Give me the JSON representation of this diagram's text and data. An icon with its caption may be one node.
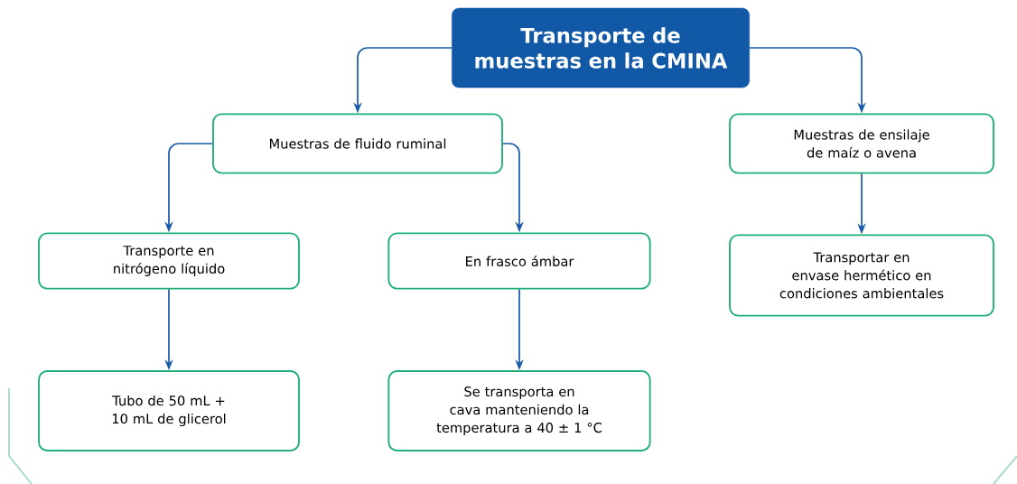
{
  "diagram": {
    "nodes": [
      {
        "text": [
          "Transporte de muestras en la CMINA"
        ]
      },
      {
        "text": [
          "Muestras de fluido ruminal"
        ]
      },
      {
        "text": [
          "Muestras de ensilaje de maíz o avena"
        ]
      },
      {
        "text": [
          "Transporte en nitrógeno líquido"
        ]
      },
      {
        "text": [
          "En frasco ámbar"
        ]
      },
      {
        "text": [
          "Transportar en envase hermético en condiciones ambientales"
        ]
      },
      {
        "text": [
          "Tubo de 50 mL + 10 mL de glicerol"
        ]
      },
      {
        "text": [
          "Se transporta en cava manteniendo la temperatura a 40 ± 1 °C"
        ]
      }
    ],
    "edges": [
      {
        "from": 0,
        "to": 1,
        "arrow": "to"
      },
      {
        "from": 0,
        "to": 2,
        "arrow": "to"
      },
      {
        "from": 1,
        "to": 3,
        "arrow": "to"
      },
      {
        "from": 1,
        "to": 4,
        "arrow": "to"
      },
      {
        "from": 2,
        "to": 5,
        "arrow": "to"
      },
      {
        "from": 3,
        "to": 6,
        "arrow": "to"
      },
      {
        "from": 4,
        "to": 7,
        "arrow": "to"
      }
    ]
  }
}
